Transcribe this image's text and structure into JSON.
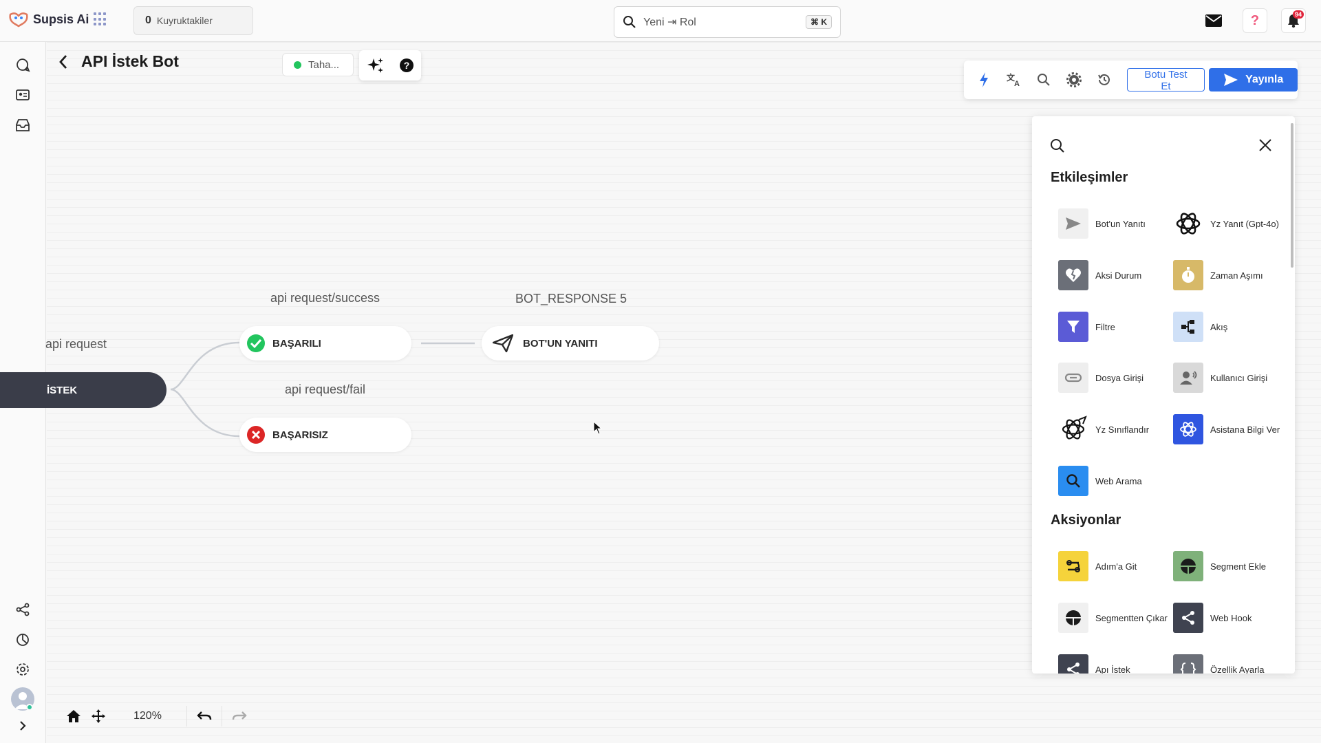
{
  "app": {
    "logo_text": "Supsis Ai"
  },
  "topbar": {
    "queue_count": "0",
    "queue_label": "Kuyruktakiler",
    "search_value": "Yeni ⇥ Rol",
    "search_shortcut": "⌘ K",
    "notification_count": "94"
  },
  "page": {
    "title": "API İstek Bot",
    "owner_name": "Taha..."
  },
  "toolbar": {
    "test_label": "Botu Test Et",
    "publish_label": "Yayınla"
  },
  "flow": {
    "root_label": "api request",
    "root_node": "İSTEK",
    "success_edge_label": "api request/success",
    "success_node": "BAŞARILI",
    "fail_edge_label": "api request/fail",
    "fail_node": "BAŞARISIZ",
    "response_edge_label": "BOT_RESPONSE 5",
    "response_node": "BOT'UN YANITI"
  },
  "bottom": {
    "zoom": "120%"
  },
  "palette": {
    "section_interactions": "Etkileşimler",
    "section_actions": "Aksiyonlar",
    "items": [
      {
        "label": "Bot'un Yanıtı",
        "icon": "send-icon",
        "color": "#f0f0f0"
      },
      {
        "label": "Yz Yanıt (Gpt-4o)",
        "icon": "openai-icon",
        "color": "#ffffff"
      },
      {
        "label": "Aksi Durum",
        "icon": "broken-heart-icon",
        "color": "#6b6f78"
      },
      {
        "label": "Zaman Aşımı",
        "icon": "stopwatch-icon",
        "color": "#d7b968"
      },
      {
        "label": "Filtre",
        "icon": "funnel-icon",
        "color": "#5b5bd6"
      },
      {
        "label": "Akış",
        "icon": "flow-icon",
        "color": "#cfe0f7"
      },
      {
        "label": "Dosya Girişi",
        "icon": "paperclip-icon",
        "color": "#eeeeee"
      },
      {
        "label": "Kullanıcı Girişi",
        "icon": "user-input-icon",
        "color": "#d9d9d9"
      },
      {
        "label": "Yz Sınıflandır",
        "icon": "openai-classify-icon",
        "color": "#ffffff"
      },
      {
        "label": "Asistana Bilgi Ver",
        "icon": "assistant-icon",
        "color": "#2f55e0"
      },
      {
        "label": "Web Arama",
        "icon": "search-icon",
        "color": "#2a8df0"
      }
    ],
    "actions": [
      {
        "label": "Adım'a Git",
        "icon": "goto-step-icon",
        "color": "#f5d33b"
      },
      {
        "label": "Segment Ekle",
        "icon": "segment-add-icon",
        "color": "#7fb17a"
      },
      {
        "label": "Segmentten Çıkar",
        "icon": "segment-remove-icon",
        "color": "#f0f0f0"
      },
      {
        "label": "Web Hook",
        "icon": "share-icon",
        "color": "#3f4350"
      },
      {
        "label": "Apı İstek",
        "icon": "share-icon",
        "color": "#3f4350"
      },
      {
        "label": "Özellik Ayarla",
        "icon": "braces-icon",
        "color": "#6b6f78"
      }
    ]
  }
}
